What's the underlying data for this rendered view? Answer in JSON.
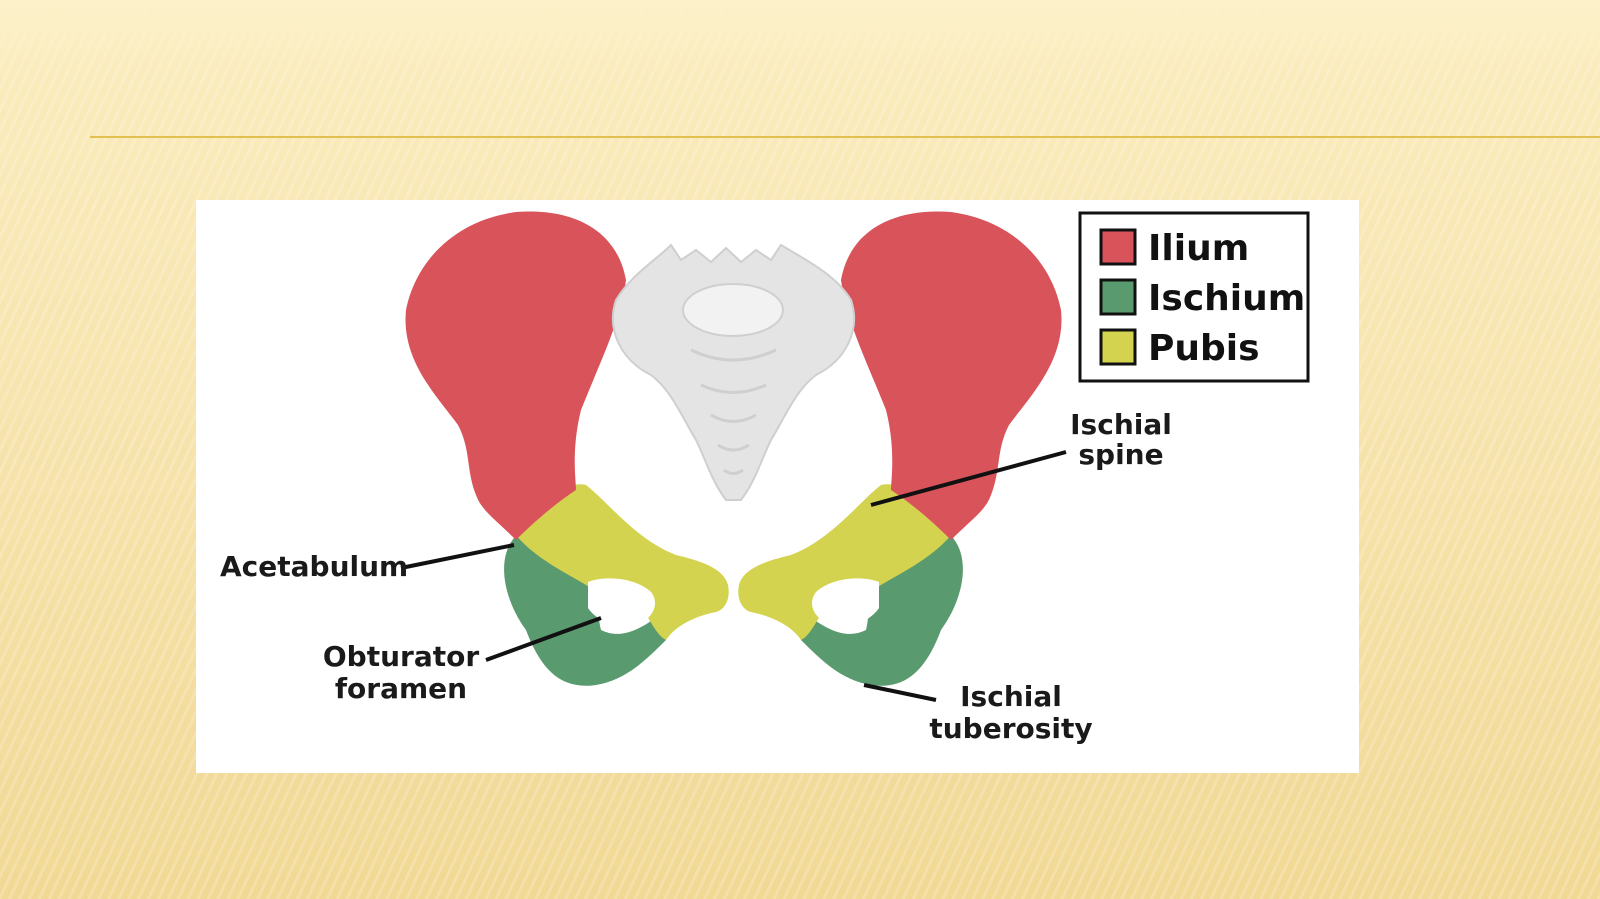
{
  "colors": {
    "ilium": "#d9535b",
    "ischium": "#5a9a6f",
    "pubis": "#d4d34f",
    "sacrum": "#e4e4e4",
    "divider": "#e2c04f"
  },
  "legend": {
    "items": [
      {
        "label": "Ilium"
      },
      {
        "label": "Ischium"
      },
      {
        "label": "Pubis"
      }
    ]
  },
  "labels": {
    "acetabulum": "Acetabulum",
    "obturator_line1": "Obturator",
    "obturator_line2": "foramen",
    "spine_line1": "Ischial",
    "spine_line2": "spine",
    "tuberosity_line1": "Ischial",
    "tuberosity_line2": "tuberosity"
  }
}
